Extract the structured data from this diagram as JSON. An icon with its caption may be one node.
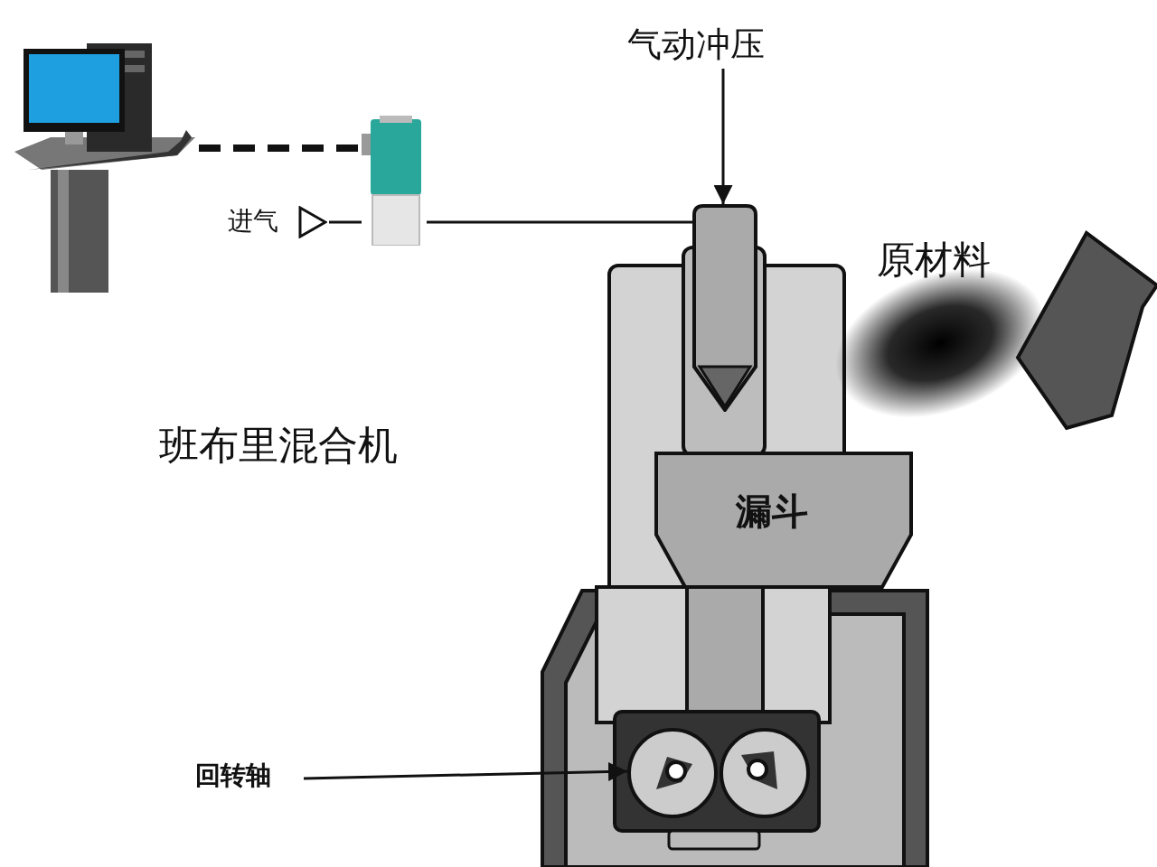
{
  "diagram": {
    "nodes": [
      {
        "text": [],
        "shape": "picture"
      },
      {
        "text": [],
        "shape": "picture"
      },
      {
        "text": [
          "进气"
        ]
      },
      {
        "text": [
          "气动冲压"
        ]
      },
      {
        "text": [],
        "shape": "picture"
      },
      {
        "text": [
          "漏斗"
        ]
      },
      {
        "text": [
          "回转轴"
        ]
      },
      {
        "text": [],
        "shape": "circle"
      }
    ],
    "edges": [
      {
        "from": 0,
        "to": 1,
        "arrow": "none",
        "style": "dashed"
      },
      {
        "from": 2,
        "to": 1,
        "arrow": "none"
      },
      {
        "from": 1,
        "to": 4,
        "arrow": "none"
      },
      {
        "from": 3,
        "to": 4,
        "arrow": "to"
      },
      {
        "from": 6,
        "to": 7,
        "arrow": "to"
      }
    ],
    "labels": [
      "班布里混合机",
      "原材料"
    ]
  }
}
